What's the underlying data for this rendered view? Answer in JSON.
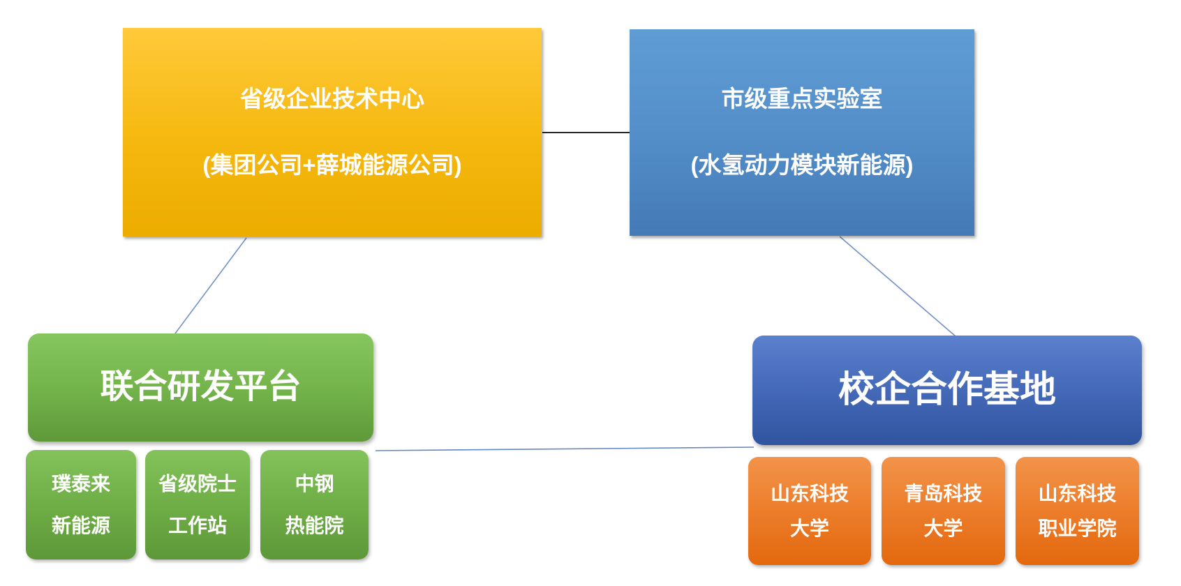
{
  "diagram": {
    "nodes": {
      "tech_center": {
        "line1": "省级企业技术中心",
        "line2": "(集团公司+薛城能源公司)"
      },
      "key_lab": {
        "line1": "市级重点实验室",
        "line2": "(水氢动力模块新能源)"
      },
      "rd_platform": {
        "label": "联合研发平台"
      },
      "coop_base": {
        "label": "校企合作基地"
      },
      "rd_partners": [
        {
          "line1": "璞泰来",
          "line2": "新能源"
        },
        {
          "line1": "省级院士",
          "line2": "工作站"
        },
        {
          "line1": "中钢",
          "line2": "热能院"
        }
      ],
      "coop_partners": [
        {
          "line1": "山东科技",
          "line2": "大学"
        },
        {
          "line1": "青岛科技",
          "line2": "大学"
        },
        {
          "line1": "山东科技",
          "line2": "职业学院"
        }
      ]
    },
    "colors": {
      "tech_center_fill_top": "#FFC93A",
      "tech_center_fill_bottom": "#ECAC00",
      "key_lab_fill_top": "#609CD4",
      "key_lab_fill_bottom": "#447AB6",
      "rd_platform_fill_top": "#87C65F",
      "rd_platform_fill_bottom": "#5F9939",
      "coop_base_fill_top": "#5B80CD",
      "coop_base_fill_bottom": "#30549F",
      "leaf_green_fill_top": "#84C25C",
      "leaf_green_fill_bottom": "#5E9839",
      "leaf_orange_fill_top": "#F29349",
      "leaf_orange_fill_bottom": "#E3680D",
      "connector_dark": "#262626",
      "connector_blue": "#7390C6",
      "text": "#FFFFFF",
      "background": "#FFFFFF"
    }
  }
}
